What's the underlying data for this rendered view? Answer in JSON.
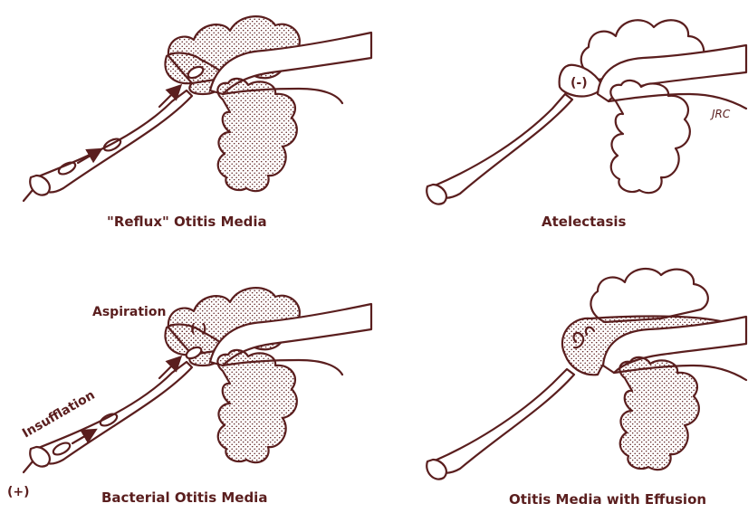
{
  "panels": [
    {
      "caption": "\"Reflux\" Otitis Media"
    },
    {
      "caption": "Atelectasis",
      "pressure_label": "(-)",
      "signature": "JRC"
    },
    {
      "caption": "Bacterial Otitis Media",
      "pressure_label": "(-)",
      "aspiration_label": "Aspiration",
      "insufflation_label": "Insufflation",
      "positive_label": "(+)"
    },
    {
      "caption": "Otitis Media with Effusion"
    }
  ],
  "colors": {
    "ink": "#5a1e1e",
    "background": "#ffffff"
  }
}
